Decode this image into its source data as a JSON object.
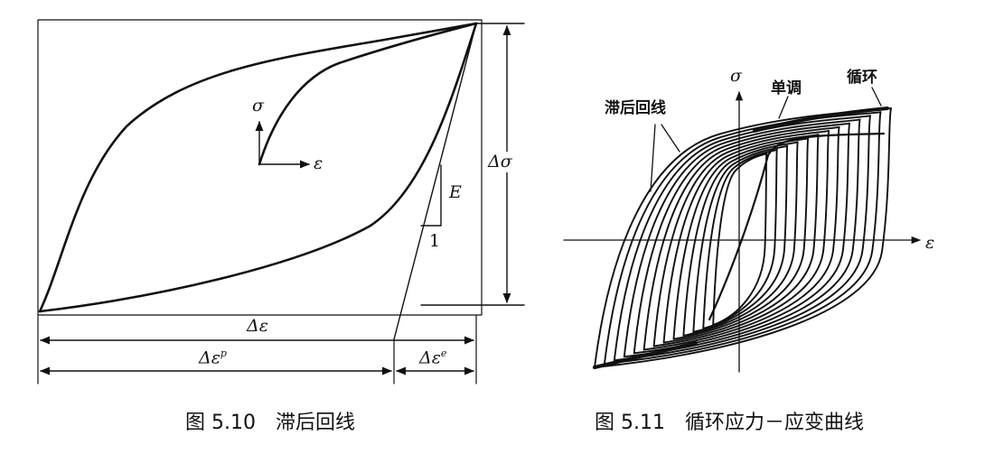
{
  "figure_left": {
    "caption": "图 5.10　滞后回线",
    "labels": {
      "sigma_axis": "σ",
      "epsilon_axis": "ε",
      "modulus": "E",
      "unit_slope": "1",
      "delta_sigma": "Δσ",
      "delta_epsilon": "Δε",
      "delta_epsilon_p_base": "Δε",
      "delta_epsilon_p_sup": "p",
      "delta_epsilon_e_base": "Δε",
      "delta_epsilon_e_sup": "e"
    }
  },
  "figure_right": {
    "caption": "图 5.11　循环应力－应变曲线",
    "labels": {
      "sigma_axis": "σ",
      "epsilon_axis": "ε",
      "hysteresis_loops": "滞后回线",
      "monotonic": "单调",
      "cyclic": "循环"
    }
  }
}
